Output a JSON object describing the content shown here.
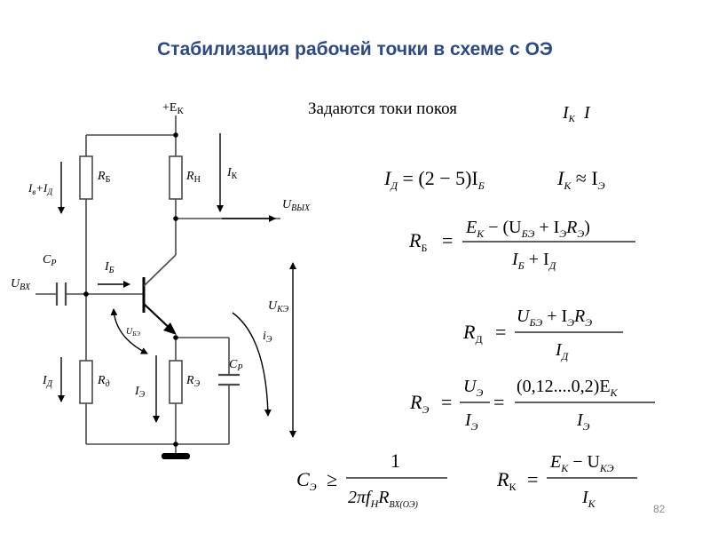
{
  "title": "Стабилизация рабочей точки в схеме с ОЭ",
  "given_text": "Задаются токи покоя",
  "page_number": "82",
  "circuit": {
    "supply": "+E",
    "supply_sub": "К",
    "r_base": "R",
    "r_base_sub": "Б",
    "r_load": "R",
    "r_load_sub": "Н",
    "i_k": "I",
    "i_k_sub": "К",
    "u_out": "U",
    "u_out_sub": "ВЫХ",
    "i_div": "I",
    "i_div_sub": "в",
    "i_div_plus": "+I",
    "i_div_sub2": "Д",
    "c_p_left": "C",
    "c_p_left_sub": "Р",
    "i_b": "I",
    "i_b_sub": "Б",
    "u_in": "U",
    "u_in_sub": "ВХ",
    "u_be": "U",
    "u_be_sub": "БЭ",
    "u_ke": "U",
    "u_ke_sub": "КЭ",
    "i_e_right": "i",
    "i_e_right_sub": "Э",
    "i_d": "I",
    "i_d_sub": "Д",
    "r_d": "R",
    "r_d_sub": "д",
    "i_e": "I",
    "i_e_sub": "Э",
    "r_e": "R",
    "r_e_sub": "Э",
    "c_p_right": "C",
    "c_p_right_sub": "Р"
  },
  "formulas": {
    "quiescent": "I",
    "quiescent_sub": "К",
    "quiescent_rest": "I",
    "f1": "I",
    "f1_sub": "Д",
    "f1_mid": " = (2 − 5)I",
    "f1_sub2": "Б",
    "f2": "I",
    "f2_sub": "К",
    "f2_mid": " ≈ I",
    "f2_sub2": "Э",
    "rb_lhs": "R",
    "rb_lhs_sub": "Б",
    "rb_eq": "=",
    "rb_num": "E",
    "rb_num_sub": "К",
    "rb_num_mid": " − (U",
    "rb_num_sub2": "БЭ",
    "rb_num_mid2": " + I",
    "rb_num_sub3": "Э",
    "rb_num_mid3": "R",
    "rb_num_sub4": "Э",
    "rb_num_end": ")",
    "rb_den": "I",
    "rb_den_sub": "Б",
    "rb_den_mid": " + I",
    "rb_den_sub2": "Д",
    "rd_lhs": "R",
    "rd_lhs_sub": "Д",
    "rd_eq": "=",
    "rd_num": "U",
    "rd_num_sub": "БЭ",
    "rd_num_mid": " + I",
    "rd_num_sub2": "Э",
    "rd_num_mid2": "R",
    "rd_num_sub3": "Э",
    "rd_den": "I",
    "rd_den_sub": "Д",
    "re_lhs": "R",
    "re_lhs_sub": "Э",
    "re_eq": "=",
    "re_num": "U",
    "re_num_sub": "Э",
    "re_den": "I",
    "re_den_sub": "Э",
    "re_eq2": "=",
    "re_num2": "(0,12....0,2)E",
    "re_num2_sub": "К",
    "re_den2": "I",
    "re_den2_sub": "Э",
    "ce_lhs": "C",
    "ce_lhs_sub": "Э",
    "ce_ge": "≥",
    "ce_num": "1",
    "ce_den": "2πf",
    "ce_den_sub": "Н",
    "ce_den_mid": "R",
    "ce_den_sub2": "ВХ(ОЭ)",
    "rk_lhs": "R",
    "rk_lhs_sub": "К",
    "rk_eq": "=",
    "rk_num": "E",
    "rk_num_sub": "К",
    "rk_num_mid": " − U",
    "rk_num_sub2": "КЭ",
    "rk_den": "I",
    "rk_den_sub": "К"
  }
}
